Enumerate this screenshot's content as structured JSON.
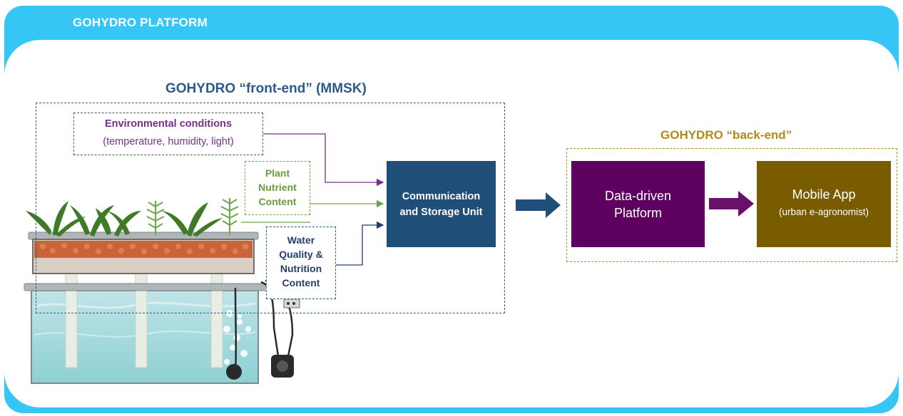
{
  "platform": {
    "title": "GOHYDRO PLATFORM"
  },
  "front_end": {
    "title": "GOHYDRO “front-end” (MMSK)",
    "environmental": {
      "title": "Environmental conditions",
      "subtitle": "(temperature, humidity, light)"
    },
    "plant_nutrient": {
      "lines": [
        "Plant",
        "Nutrient",
        "Content"
      ]
    },
    "water_quality": {
      "lines": [
        "Water",
        "Quality &",
        "Nutrition",
        "Content"
      ]
    },
    "communication_unit": {
      "label": "Communication\nand Storage Unit"
    }
  },
  "back_end": {
    "title": "GOHYDRO “back-end”",
    "data_platform": {
      "label": "Data-driven\nPlatform"
    },
    "mobile_app": {
      "title": "Mobile App",
      "subtitle": "(urban e-agronomist)"
    }
  },
  "colors": {
    "platform_frame": "#36c6f5",
    "front_end_blue": "#2b5a8c",
    "communication_unit": "#1f4e79",
    "environmental_purple": "#7a2e8c",
    "plant_green": "#6a9a3c",
    "back_end_gold": "#b38a12",
    "data_platform_purple": "#5e0060",
    "mobile_app_brown": "#7a5c00"
  }
}
